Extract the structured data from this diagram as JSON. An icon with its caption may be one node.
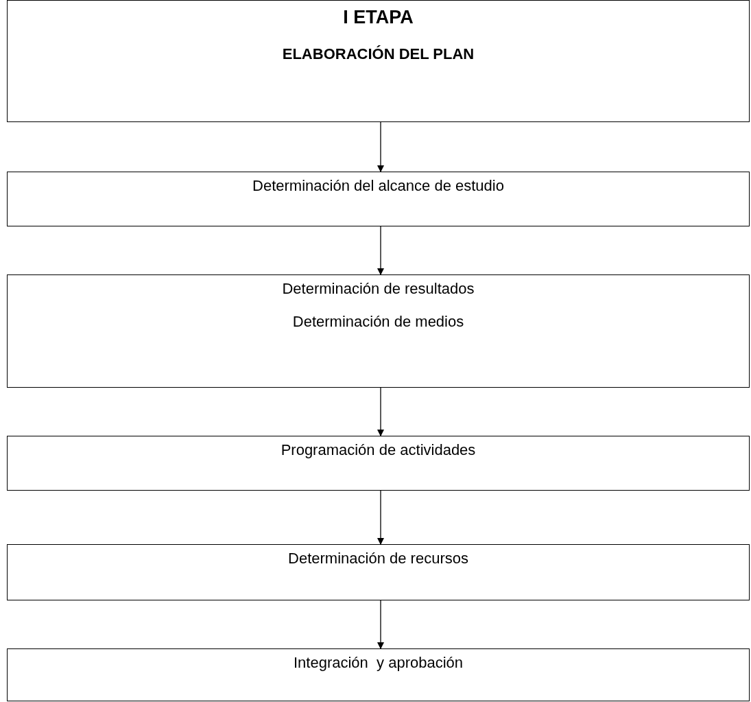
{
  "diagram": {
    "nodes": [
      {
        "text": [
          "I ETAPA",
          "ELABORACIÓN DEL PLAN"
        ]
      },
      {
        "text": [
          "Determinación del alcance de estudio"
        ]
      },
      {
        "text": [
          "Determinación de resultados",
          "Determinación de medios"
        ]
      },
      {
        "text": [
          "Programación de actividades"
        ]
      },
      {
        "text": [
          "Determinación de recursos"
        ]
      },
      {
        "text": [
          "Integración  y aprobación"
        ]
      }
    ],
    "edges": [
      {
        "from": 0,
        "to": 1,
        "arrow": "to"
      },
      {
        "from": 1,
        "to": 2,
        "arrow": "to"
      },
      {
        "from": 2,
        "to": 3,
        "arrow": "to"
      },
      {
        "from": 3,
        "to": 4,
        "arrow": "to"
      },
      {
        "from": 4,
        "to": 5,
        "arrow": "to"
      }
    ]
  }
}
